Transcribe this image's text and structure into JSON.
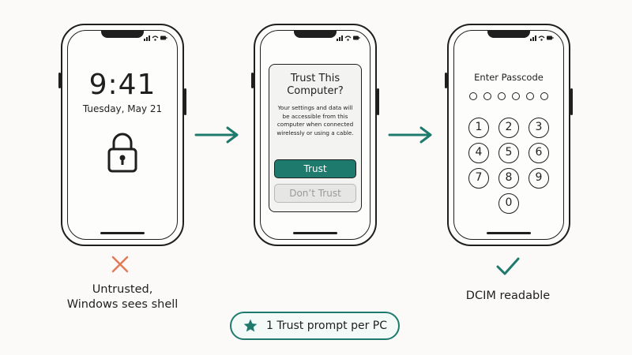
{
  "phones": {
    "lock_screen": {
      "time": "9:41",
      "date": "Tuesday, May 21",
      "icon": "padlock-icon"
    },
    "trust_dialog": {
      "title_line1": "Trust This",
      "title_line2": "Computer?",
      "body_lines": [
        "Your settings and data will",
        "be accessible from this",
        "computer when connected",
        "wirelessly or using a cable."
      ],
      "trust_label": "Trust",
      "dont_trust_label": "Don’t Trust"
    },
    "passcode": {
      "title": "Enter Passcode",
      "dot_count": 6,
      "keys": [
        "1",
        "2",
        "3",
        "4",
        "5",
        "6",
        "7",
        "8",
        "9",
        "0"
      ]
    }
  },
  "captions": {
    "left_line1": "Untrusted,",
    "left_line2": "Windows sees shell",
    "right": "DCIM readable"
  },
  "pill": {
    "text": "1 Trust prompt per PC",
    "icon": "star-icon"
  },
  "colors": {
    "accent": "#1f7a6e",
    "cross": "#e07b5a",
    "ink": "#1f1f1f"
  }
}
